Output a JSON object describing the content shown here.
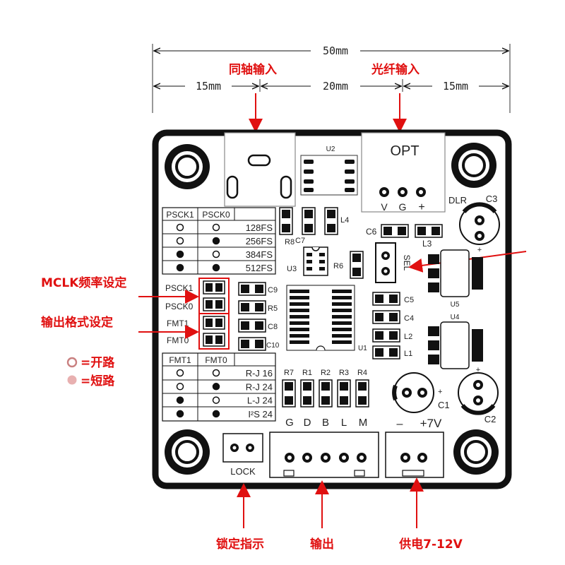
{
  "dimensions": {
    "total": "50mm",
    "left": "15mm",
    "middle": "20mm",
    "right": "15mm"
  },
  "callouts": {
    "coax_input": "同轴输入",
    "optical_input": "光纤输入",
    "mclk_setting": "MCLK频率设定",
    "output_format_setting": "输出格式设定",
    "open_legend": "=开路",
    "short_legend": "=短路",
    "lock_indicator": "锁定指示",
    "output": "输出",
    "power_supply": "供电7-12V"
  },
  "silkscreen": {
    "u2": "U2",
    "u1": "U1",
    "u3": "U3",
    "u4": "U4",
    "u5": "U5",
    "opt": "OPT",
    "opt_v": "V",
    "opt_g": "G",
    "opt_plus": "+",
    "dlr": "DLR",
    "c3": "C3",
    "c2": "C2",
    "c1": "C1",
    "l4": "L4",
    "l3": "L3",
    "l2": "L2",
    "l1": "L1",
    "r8": "R8",
    "c7": "C7",
    "c6": "C6",
    "r6": "R6",
    "c9": "C9",
    "r5": "R5",
    "c8": "C8",
    "c10": "C10",
    "c5": "C5",
    "c4": "C4",
    "sel": "SEL",
    "pin_labels": [
      "G",
      "D",
      "B",
      "L",
      "M"
    ],
    "power_minus": "–",
    "power_label": "+7V",
    "lock": "LOCK",
    "jumper_pscki": "PSCK1",
    "jumper_psck0": "PSCK0",
    "jumper_fmt1": "FMT1",
    "jumper_fmt0": "FMT0",
    "resistor_labels": [
      "R7",
      "R1",
      "R2",
      "R3",
      "R4"
    ]
  },
  "psck_table": {
    "headers": [
      "PSCK1",
      "PSCK0",
      ""
    ],
    "rows": [
      {
        "a": "open",
        "b": "open",
        "label": "128FS"
      },
      {
        "a": "open",
        "b": "short",
        "label": "256FS"
      },
      {
        "a": "short",
        "b": "open",
        "label": "384FS"
      },
      {
        "a": "short",
        "b": "short",
        "label": "512FS"
      }
    ]
  },
  "fmt_table": {
    "headers": [
      "FMT1",
      "FMT0",
      ""
    ],
    "rows": [
      {
        "a": "open",
        "b": "open",
        "label": "R-J 16"
      },
      {
        "a": "open",
        "b": "short",
        "label": "R-J 24"
      },
      {
        "a": "short",
        "b": "open",
        "label": "L-J 24"
      },
      {
        "a": "short",
        "b": "short",
        "label": "I²S 24"
      }
    ]
  },
  "colors": {
    "accent_red": "#e01010",
    "board_outline": "#111111"
  }
}
